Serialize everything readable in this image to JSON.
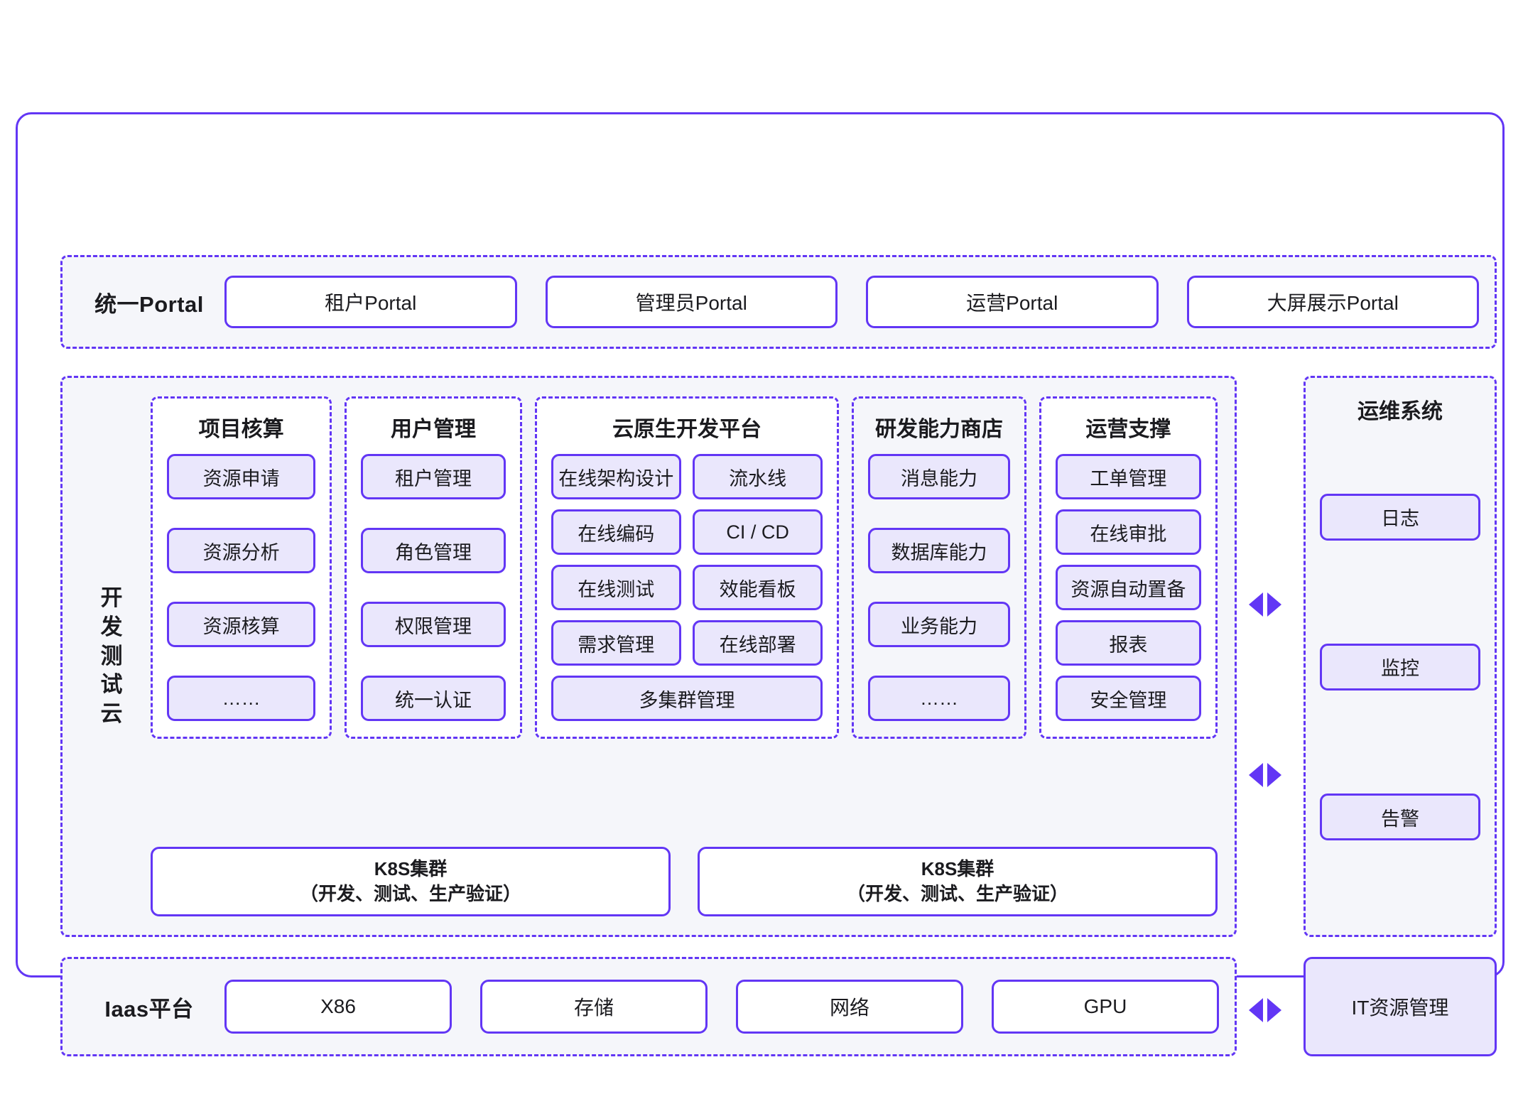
{
  "colors": {
    "accent": "#6236f5",
    "chip_fill": "#eae7fc",
    "section_fill": "#f5f6fa",
    "panel_white": "#ffffff"
  },
  "portal": {
    "label": "统一Portal",
    "items": [
      {
        "label": "租户Portal"
      },
      {
        "label": "管理员Portal"
      },
      {
        "label": "运营Portal"
      },
      {
        "label": "大屏展示Portal"
      }
    ]
  },
  "dev_cloud": {
    "label": "开发测试云",
    "columns": [
      {
        "title": "项目核算",
        "items": [
          "资源申请",
          "资源分析",
          "资源核算",
          "……"
        ]
      },
      {
        "title": "用户管理",
        "items": [
          "租户管理",
          "角色管理",
          "权限管理",
          "统一认证"
        ]
      },
      {
        "title": "云原生开发平台",
        "items": [
          "在线架构设计",
          "流水线",
          "在线编码",
          "CI / CD",
          "在线测试",
          "效能看板",
          "需求管理",
          "在线部署",
          "多集群管理"
        ]
      },
      {
        "title": "研发能力商店",
        "items": [
          "消息能力",
          "数据库能力",
          "业务能力",
          "……"
        ]
      },
      {
        "title": "运营支撑",
        "items": [
          "工单管理",
          "在线审批",
          "资源自动置备",
          "报表",
          "安全管理"
        ]
      }
    ],
    "clusters": [
      {
        "line1": "K8S集群",
        "line2": "（开发、测试、生产验证）"
      },
      {
        "line1": "K8S集群",
        "line2": "（开发、测试、生产验证）"
      }
    ]
  },
  "ops_system": {
    "title": "运维系统",
    "items": [
      "日志",
      "监控",
      "告警"
    ]
  },
  "iaas": {
    "label": "Iaas平台",
    "items": [
      "X86",
      "存储",
      "网络",
      "GPU"
    ],
    "right_box": "IT资源管理"
  }
}
